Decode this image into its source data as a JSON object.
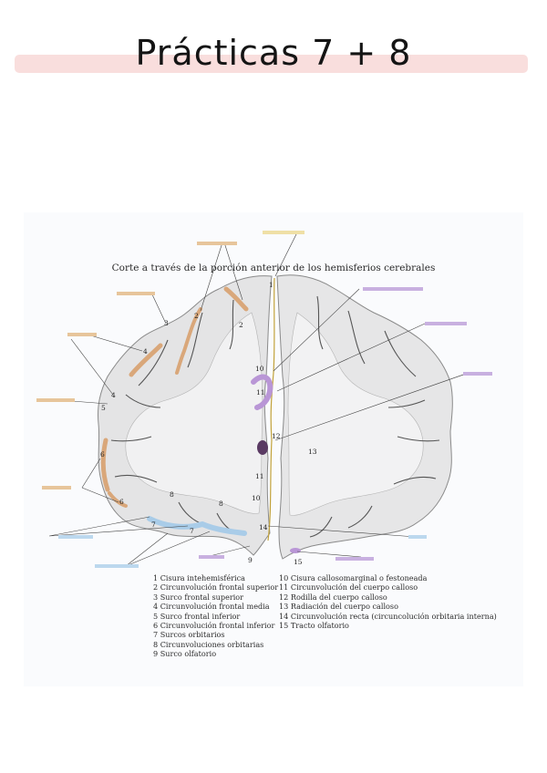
{
  "page": {
    "title": "Prácticas 7 + 8",
    "accent_band_color": "#f9dedd"
  },
  "figure": {
    "title": "Corte a través de la porción anterior de los hemisferios cerebrales",
    "highlight_colors": {
      "orange": "#d9a77a",
      "purple": "#b996d6",
      "blue": "#a9cce8",
      "dark_purple": "#5a3a63"
    },
    "numbers": [
      "1",
      "2",
      "2",
      "3",
      "4",
      "4",
      "5",
      "6",
      "6",
      "7",
      "7",
      "8",
      "8",
      "9",
      "10",
      "10",
      "11",
      "11",
      "12",
      "13",
      "14",
      "15"
    ],
    "legend_left": [
      "1  Cisura intehemisférica",
      "2  Circunvolución frontal superior",
      "3  Surco frontal superior",
      "4  Circunvolución frontal media",
      "5  Surco frontal inferior",
      "6  Circunvolución frontal inferior",
      "7  Surcos orbitarios",
      "8  Circunvoluciones orbitarias",
      "9  Surco olfatorio"
    ],
    "legend_right": [
      "10  Cisura callosomarginal o festoneada",
      "11  Circunvolución del cuerpo calloso",
      "12  Rodilla del cuerpo calloso",
      "13  Radiación del cuerpo calloso",
      "14  Circunvolución recta (circuncolución orbitaria interna)",
      "15  Tracto olfatorio"
    ]
  }
}
